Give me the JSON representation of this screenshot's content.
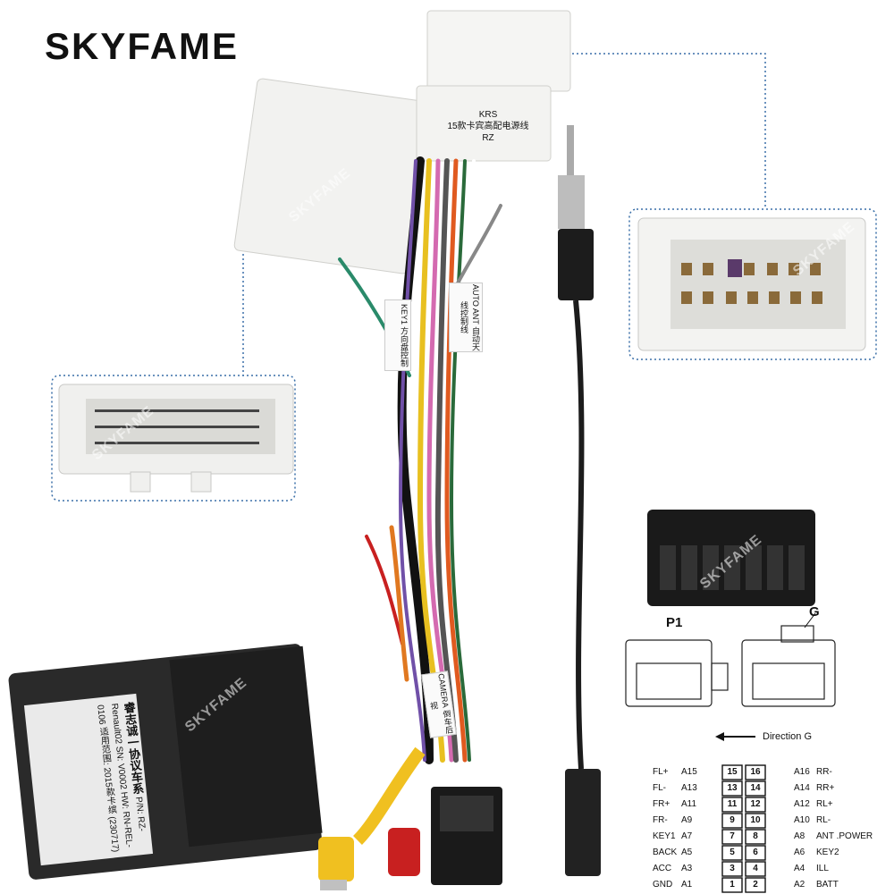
{
  "brand": {
    "logo_text": "SKYFAME",
    "watermark": "SKYFAME"
  },
  "harness": {
    "top_connector_label": [
      "KRS",
      "15款卡宾高配电源线",
      "RZ"
    ],
    "tag_key1": [
      "KEY1",
      "方向盘控制"
    ],
    "tag_auto_ant": [
      "AUTO ANT",
      "自动天线控制线"
    ],
    "tag_camera": [
      "CAMERA",
      "倒车后视"
    ],
    "box_label": {
      "title": "睿志诚一协议车系",
      "pn": "P/N: RZ-Renault02",
      "sn": "SN: V0002 HW: RN-REL-0106",
      "range": "适用范围: 2015款卡缤  (230717)"
    }
  },
  "diagram": {
    "p1_label": "P1",
    "g_label": "G",
    "direction_label": "Direction G",
    "pins_left": [
      {
        "name": "FL+",
        "code": "A15",
        "num": "15"
      },
      {
        "name": "FL-",
        "code": "A13",
        "num": "13"
      },
      {
        "name": "FR+",
        "code": "A11",
        "num": "11"
      },
      {
        "name": "FR-",
        "code": "A9",
        "num": "9"
      },
      {
        "name": "KEY1",
        "code": "A7",
        "num": "7"
      },
      {
        "name": "BACK",
        "code": "A5",
        "num": "5"
      },
      {
        "name": "ACC",
        "code": "A3",
        "num": "3"
      },
      {
        "name": "GND",
        "code": "A1",
        "num": "1"
      }
    ],
    "pins_right": [
      {
        "num": "16",
        "code": "A16",
        "name": "RR-"
      },
      {
        "num": "14",
        "code": "A14",
        "name": "RR+"
      },
      {
        "num": "12",
        "code": "A12",
        "name": "RL+"
      },
      {
        "num": "10",
        "code": "A10",
        "name": "RL-"
      },
      {
        "num": "8",
        "code": "A8",
        "name": "ANT .POWER"
      },
      {
        "num": "6",
        "code": "A6",
        "name": "KEY2"
      },
      {
        "num": "4",
        "code": "A4",
        "name": "ILL"
      },
      {
        "num": "2",
        "code": "A2",
        "name": "BATT"
      }
    ]
  },
  "colors": {
    "connector_white": "#f2f2f0",
    "dotted_line": "#3a6fa8",
    "box_black": "#2a2a2a",
    "rca_yellow": "#f0c020",
    "rca_red": "#c82020"
  }
}
